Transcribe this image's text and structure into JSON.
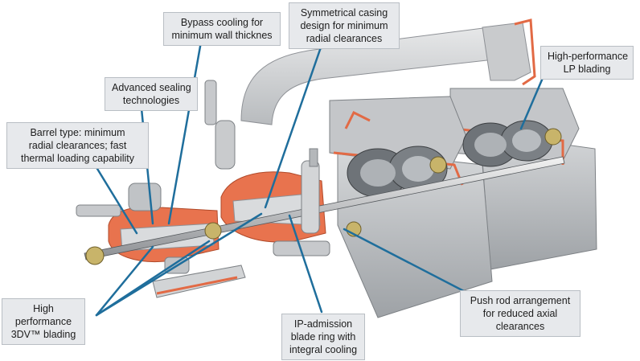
{
  "diagram": {
    "accent_line_color": "#1f6e9c",
    "callouts": {
      "bypass_cooling": [
        "Bypass cooling for",
        "minimum wall thicknes"
      ],
      "symmetrical_casing": [
        "Symmetrical casing",
        "design for minimum",
        "radial clearances"
      ],
      "high_performance_lp": [
        "High-performance",
        "LP blading"
      ],
      "advanced_sealing": [
        "Advanced sealing",
        "technologies"
      ],
      "barrel_type": [
        "Barrel type: minimum",
        "radial clearances; fast",
        "thermal loading capability"
      ],
      "high_performance_3dv": [
        "High",
        "performance",
        "3DV™ blading"
      ],
      "ip_admission": [
        "IP-admission",
        "blade ring with",
        "integral cooling"
      ],
      "push_rod": [
        "Push rod arrangement",
        "for reduced axial",
        "clearances"
      ]
    }
  }
}
